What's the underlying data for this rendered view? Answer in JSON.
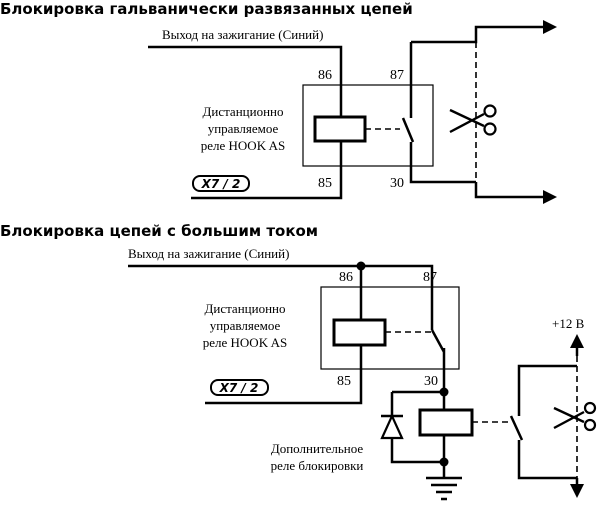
{
  "section1": {
    "title": "Блокировка гальванически развязанных цепей",
    "ignition_label": "Выход на зажигание (Синий)",
    "pin_86": "86",
    "pin_87": "87",
    "pin_85": "85",
    "pin_30": "30",
    "relay_label_line1": "Дистанционно",
    "relay_label_line2": "управляемое",
    "relay_label_line3": "реле HOOK AS",
    "connector": "X7 / 2"
  },
  "section2": {
    "title": "Блокировка цепей с большим током",
    "ignition_label": "Выход на зажигание (Синий)",
    "pin_86": "86",
    "pin_87": "87",
    "pin_85": "85",
    "pin_30": "30",
    "relay_label_line1": "Дистанционно",
    "relay_label_line2": "управляемое",
    "relay_label_line3": "реле HOOK AS",
    "connector": "X7 / 2",
    "aux_relay_line1": "Дополнительное",
    "aux_relay_line2": "реле блокировки",
    "power_label": "+12 В"
  }
}
